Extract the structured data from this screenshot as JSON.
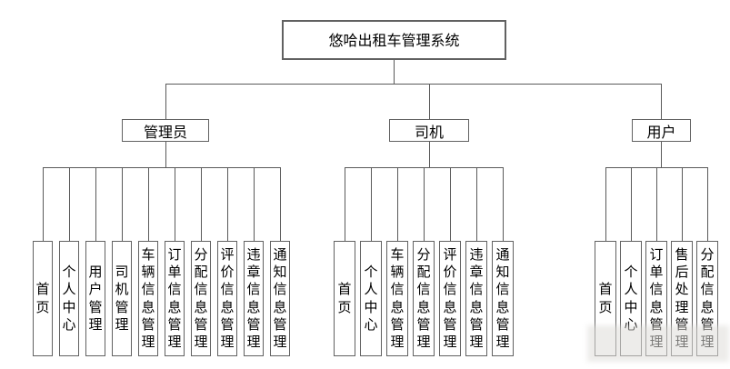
{
  "diagram": {
    "title": "悠哈出租车管理系统",
    "colors": {
      "background": "#ffffff",
      "box_border": "#616161",
      "connector_line": "#5a5a5a",
      "text": "#000000"
    },
    "groups": [
      {
        "label": "管理员",
        "children": [
          "首页",
          "个人中心",
          "用户管理",
          "司机管理",
          "车辆信息管理",
          "订单信息管理",
          "分配信息管理",
          "评价信息管理",
          "违章信息管理",
          "通知信息管理"
        ]
      },
      {
        "label": "司机",
        "children": [
          "首页",
          "个人中心",
          "车辆信息管理",
          "分配信息管理",
          "评价信息管理",
          "违章信息管理",
          "通知信息管理"
        ]
      },
      {
        "label": "用户",
        "children": [
          "首页",
          "个人中心",
          "订单信息管理",
          "售后处理管理",
          "分配信息管理"
        ]
      }
    ]
  }
}
